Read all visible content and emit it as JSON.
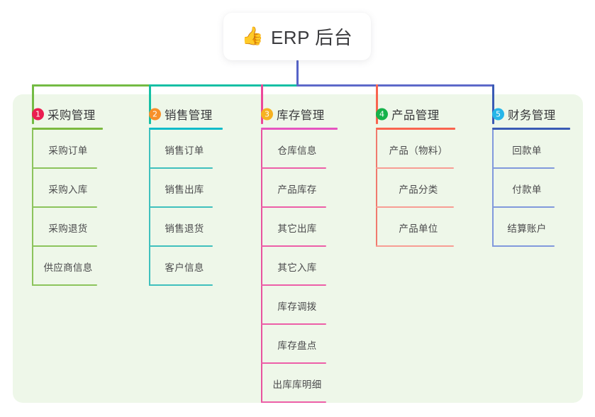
{
  "root": {
    "icon": "thumbs-up-icon",
    "emoji": "👍",
    "title": "ERP 后台"
  },
  "palette": {
    "panel_bg": "#eef7e9",
    "page_bg": "#ffffff",
    "trunk": "#5664c8",
    "bar_green": "#74bb44",
    "bar_teal": "#16bfa4",
    "bar_blue": "#5d69c9"
  },
  "columns": [
    {
      "index": "1",
      "title": "采购管理",
      "badge_color": "#ea1e50",
      "rule_color": "#7cba40",
      "spine_color": "#8cc45c",
      "leaf_color": "#8cc45c",
      "items": [
        {
          "label": "采购订单"
        },
        {
          "label": "采购入库"
        },
        {
          "label": "采购退货"
        },
        {
          "label": "供应商信息"
        }
      ]
    },
    {
      "index": "2",
      "title": "销售管理",
      "badge_color": "#f7902a",
      "rule_color": "#11bcc9",
      "spine_color": "#3fc0bd",
      "leaf_color": "#3fc0bd",
      "items": [
        {
          "label": "销售订单"
        },
        {
          "label": "销售出库"
        },
        {
          "label": "销售退货"
        },
        {
          "label": "客户信息"
        }
      ]
    },
    {
      "index": "3",
      "title": "库存管理",
      "badge_color": "#f6b221",
      "rule_color": "#e655c0",
      "spine_color": "#e8539f",
      "leaf_color": "#ed5fa8",
      "items": [
        {
          "label": "仓库信息"
        },
        {
          "label": "产品库存"
        },
        {
          "label": "其它出库"
        },
        {
          "label": "其它入库"
        },
        {
          "label": "库存调拨"
        },
        {
          "label": "库存盘点"
        },
        {
          "label": "出库库明细"
        }
      ]
    },
    {
      "index": "4",
      "title": "产品管理",
      "badge_color": "#16b24b",
      "rule_color": "#f9644f",
      "spine_color": "#f07a6e",
      "leaf_color": "#f79d94",
      "items": [
        {
          "label": "产品（物料）"
        },
        {
          "label": "产品分类"
        },
        {
          "label": "产品单位"
        }
      ]
    },
    {
      "index": "5",
      "title": "财务管理",
      "badge_color": "#26b6e8",
      "rule_color": "#3a5bb5",
      "spine_color": "#8199dc",
      "leaf_color": "#8199dc",
      "items": [
        {
          "label": "回款单"
        },
        {
          "label": "付款单"
        },
        {
          "label": "结算账户"
        }
      ]
    }
  ]
}
